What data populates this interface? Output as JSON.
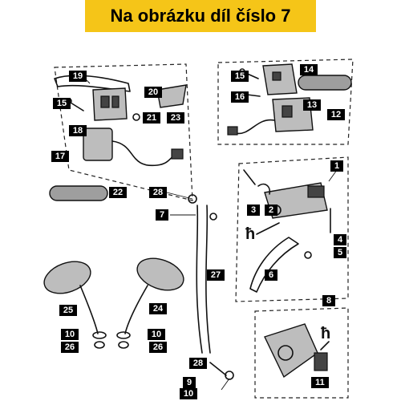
{
  "header": {
    "title": "Na obrázku díl číslo 7"
  },
  "labels": {
    "l1": "1",
    "l2": "2",
    "l3": "3",
    "l4": "4",
    "l5": "5",
    "l6": "6",
    "l7": "7",
    "l8": "8",
    "l9": "9",
    "l10a": "10",
    "l10b": "10",
    "l10c": "10",
    "l11": "11",
    "l12": "12",
    "l13": "13",
    "l14": "14",
    "l15a": "15",
    "l15b": "15",
    "l16": "16",
    "l17": "17",
    "l18": "18",
    "l19": "19",
    "l20": "20",
    "l21": "21",
    "l22": "22",
    "l23": "23",
    "l24": "24",
    "l25": "25",
    "l26a": "26",
    "l26b": "26",
    "l27": "27",
    "l28a": "28",
    "l28b": "28"
  }
}
